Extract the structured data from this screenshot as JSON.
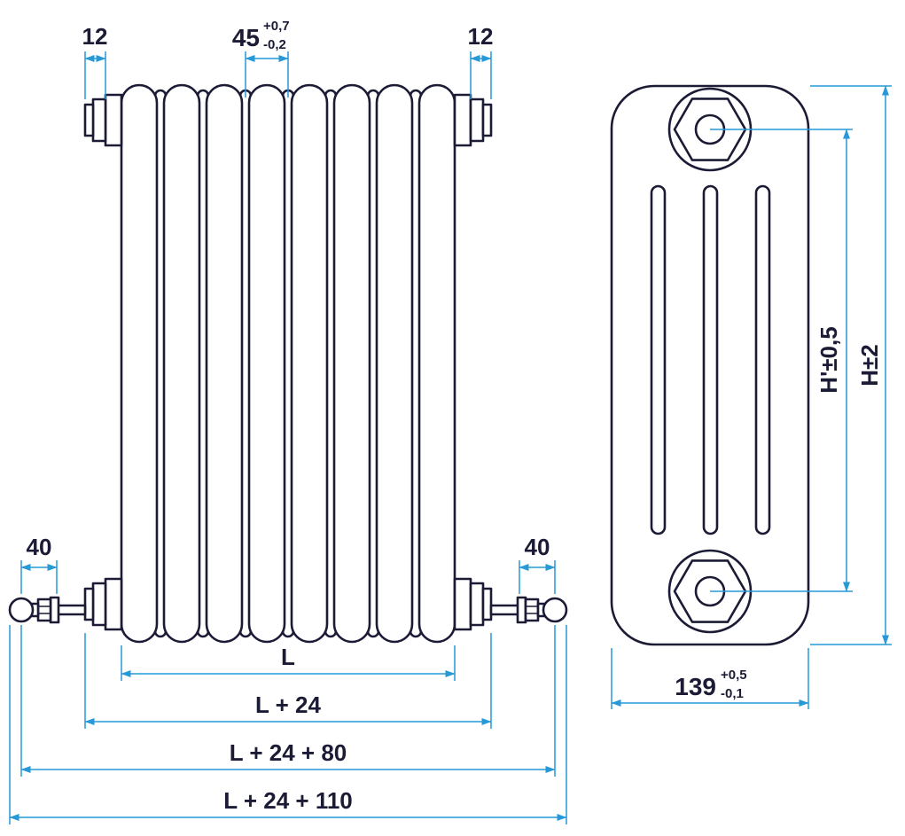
{
  "colors": {
    "ink": "#1b1b35",
    "dim": "#2699d6"
  },
  "front_view": {
    "dim_12_left": "12",
    "dim_12_right": "12",
    "dim_45": {
      "value": "45",
      "tol_plus": "+0,7",
      "tol_minus": "-0,2"
    },
    "dim_40_left": "40",
    "dim_40_right": "40",
    "dim_length": "L",
    "dim_length_24": "L + 24",
    "dim_length_24_80": "L + 24 + 80",
    "dim_length_24_110": "L + 24 + 110"
  },
  "side_view": {
    "dim_h_prime": "H'±0,5",
    "dim_h": "H±2",
    "dim_139": {
      "value": "139",
      "tol_plus": "+0,5",
      "tol_minus": "-0,1"
    }
  }
}
